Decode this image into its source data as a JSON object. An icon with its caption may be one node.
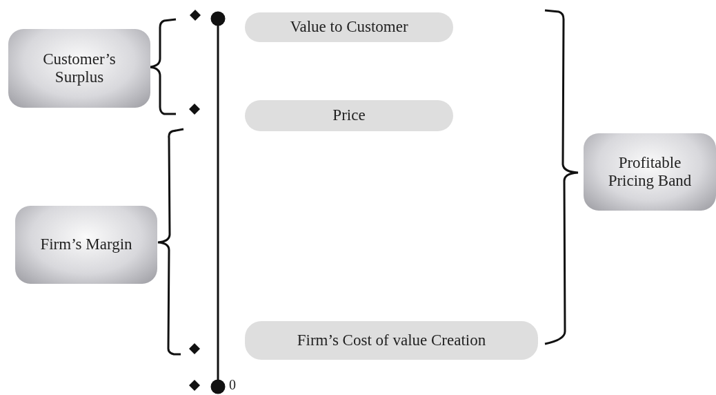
{
  "diagram": {
    "nodes": [
      {
        "text": [
          "Value to Customer"
        ]
      },
      {
        "text": [
          "Customer’s Surplus"
        ]
      },
      {
        "text": [
          "Price"
        ]
      },
      {
        "text": [
          "Profitable Pricing Band"
        ]
      },
      {
        "text": [
          "Firm’s Margin"
        ]
      },
      {
        "text": [
          "Firm’s Cost of value Creation"
        ]
      }
    ],
    "edges": [],
    "labels": [
      "0"
    ]
  }
}
